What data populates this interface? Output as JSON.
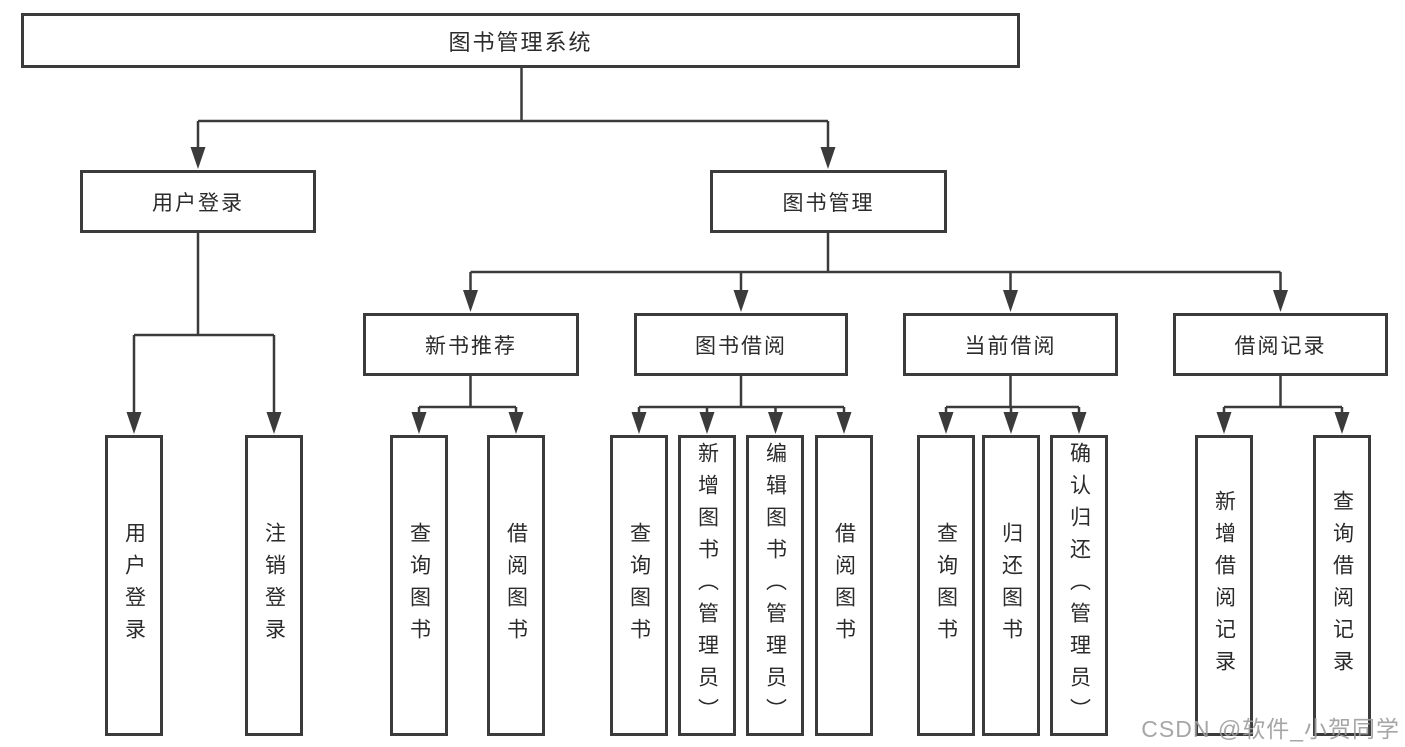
{
  "tree": {
    "label": "图书管理系统",
    "children": [
      {
        "label": "用户登录",
        "children": [
          {
            "label": "用户登录"
          },
          {
            "label": "注销登录"
          }
        ]
      },
      {
        "label": "图书管理",
        "children": [
          {
            "label": "新书推荐",
            "children": [
              {
                "label": "查询图书"
              },
              {
                "label": "借阅图书"
              }
            ]
          },
          {
            "label": "图书借阅",
            "children": [
              {
                "label": "查询图书"
              },
              {
                "label": "新增图书（管理员）"
              },
              {
                "label": "编辑图书（管理员）"
              },
              {
                "label": "借阅图书"
              }
            ]
          },
          {
            "label": "当前借阅",
            "children": [
              {
                "label": "查询图书"
              },
              {
                "label": "归还图书"
              },
              {
                "label": "确认归还（管理员）"
              }
            ]
          },
          {
            "label": "借阅记录",
            "children": [
              {
                "label": "新增借阅记录"
              },
              {
                "label": "查询借阅记录"
              }
            ]
          }
        ]
      }
    ]
  },
  "watermark": "CSDN @软件_小贺同学",
  "colors": {
    "line": "#3b3b3b",
    "text": "#2b2b2b",
    "watermark": "#9d9d9d",
    "background": "#ffffff"
  }
}
